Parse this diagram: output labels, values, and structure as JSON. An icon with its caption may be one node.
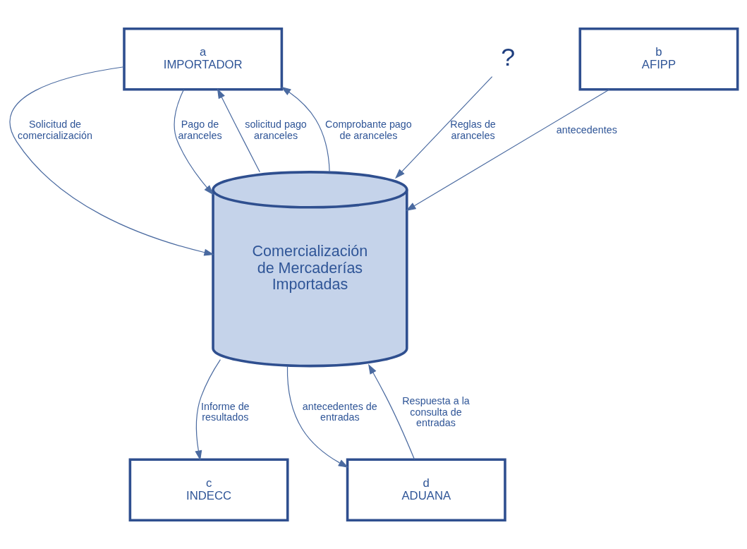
{
  "diagram": {
    "nodes": [
      {
        "text": [
          "a",
          "IMPORTADOR"
        ]
      },
      {
        "text": [
          "?"
        ]
      },
      {
        "text": [
          "b",
          "AFIPP"
        ]
      },
      {
        "text": [
          "Comercialización de Mercaderías Importadas"
        ]
      },
      {
        "text": [
          "c",
          "INDECC"
        ]
      },
      {
        "text": [
          "d",
          "ADUANA"
        ]
      }
    ],
    "edges": [
      {
        "from": 0,
        "to": 3,
        "arrow": "to",
        "label": "Solicitud de comercialización"
      },
      {
        "from": 1,
        "to": 3,
        "arrow": "to",
        "label": "Reglas de aranceles"
      },
      {
        "from": 2,
        "to": 3,
        "arrow": "to",
        "label": "antecedentes"
      },
      {
        "from": 3,
        "to": 0,
        "arrow": "to",
        "label": "solicitud pago aranceles"
      },
      {
        "from": 0,
        "to": 3,
        "arrow": "to",
        "label": "Pago de aranceles"
      },
      {
        "from": 3,
        "to": 0,
        "arrow": "to",
        "label": "Comprobante pago de aranceles"
      },
      {
        "from": 3,
        "to": 5,
        "arrow": "to",
        "label": "antecedentes de entradas"
      },
      {
        "from": 5,
        "to": 3,
        "arrow": "to",
        "label": "Respuesta a la consulta de entradas"
      },
      {
        "from": 3,
        "to": 4,
        "arrow": "to",
        "label": "Informe de resultados"
      }
    ]
  }
}
